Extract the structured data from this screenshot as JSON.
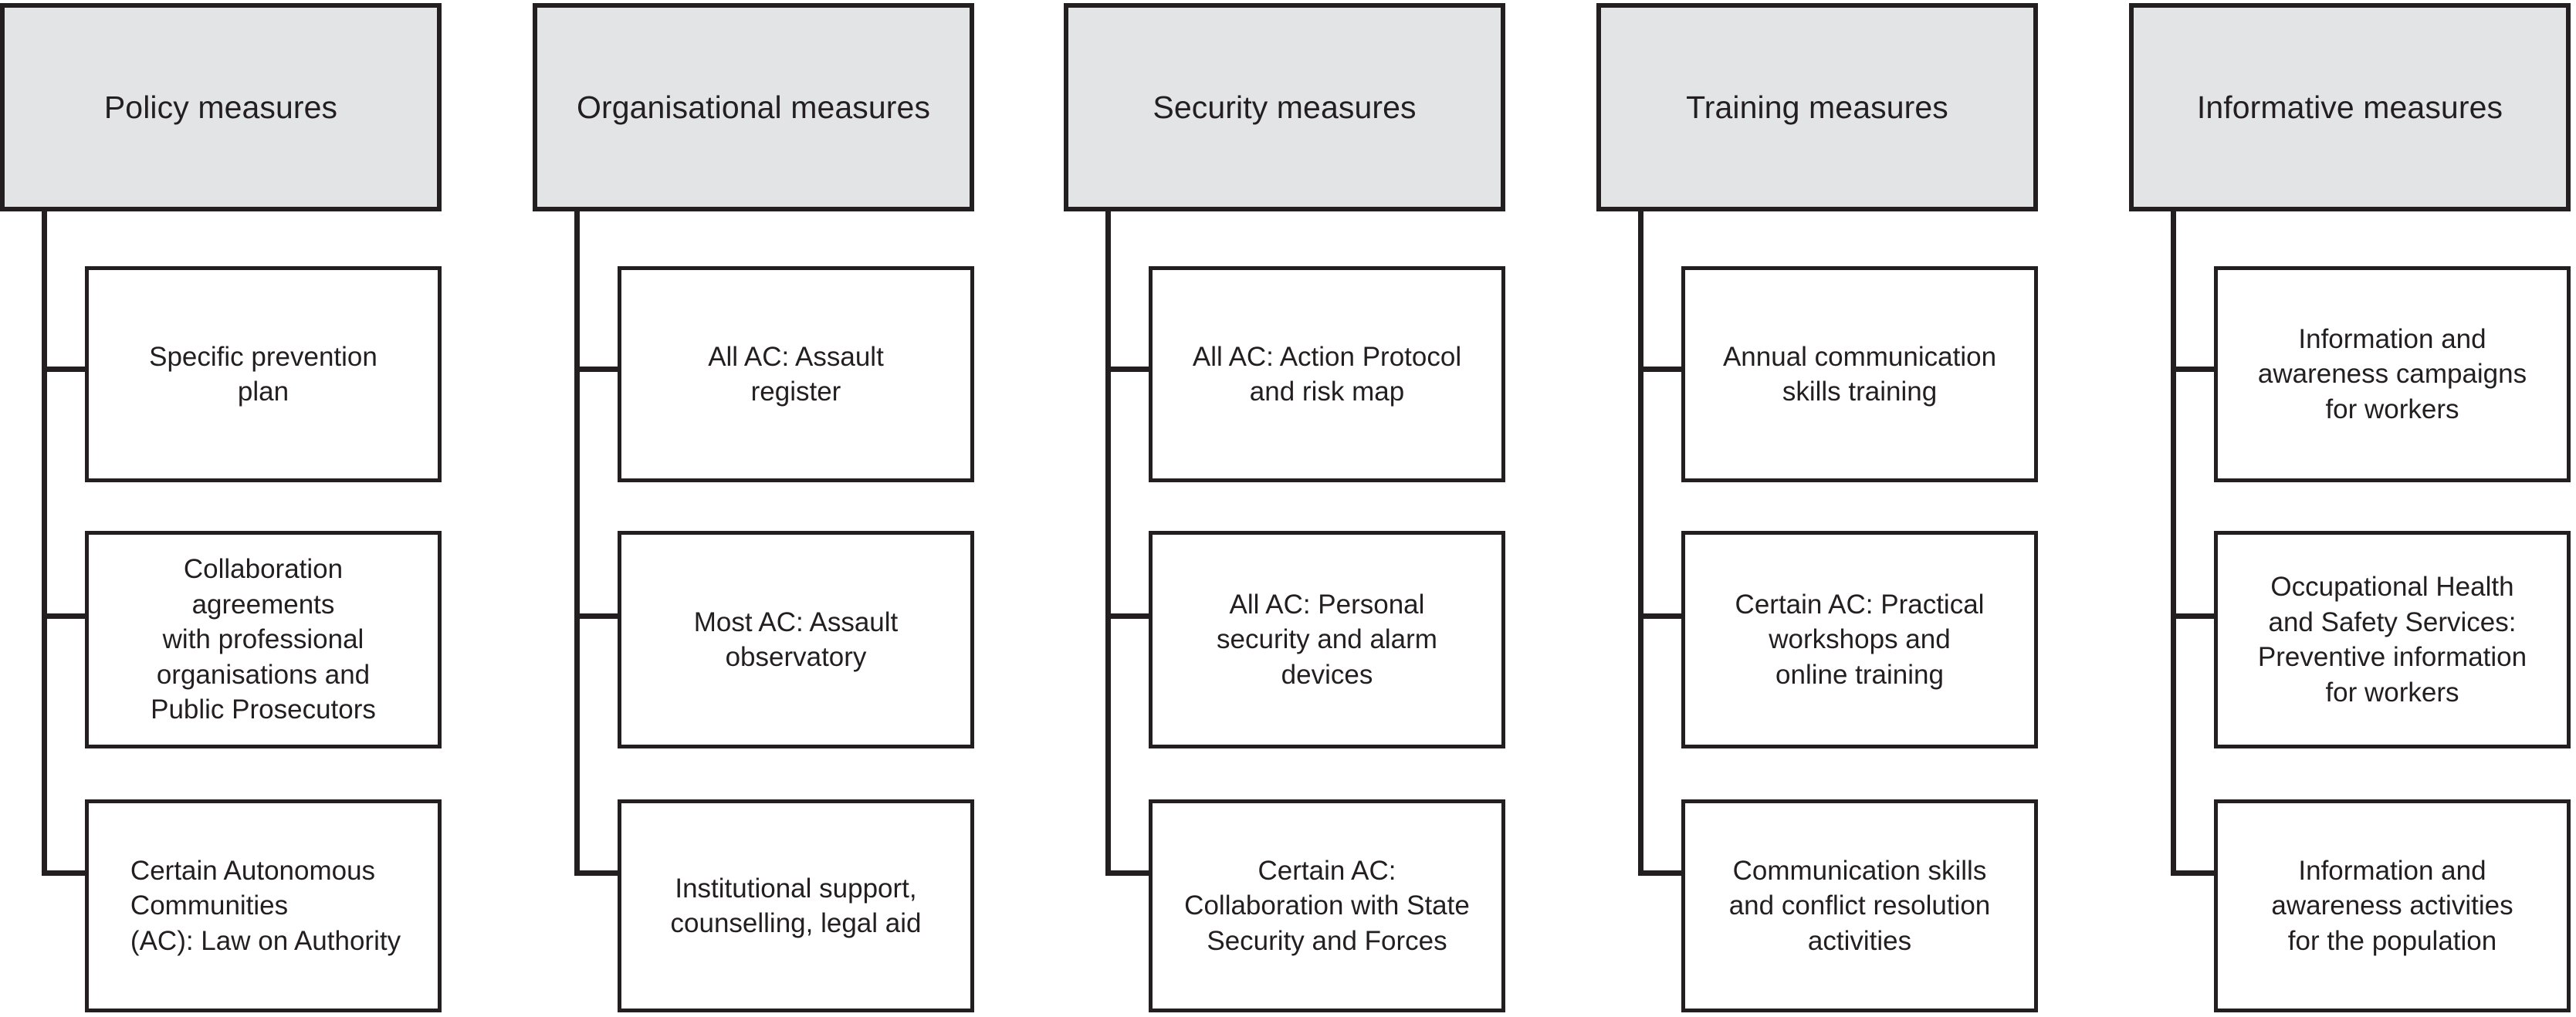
{
  "diagram": {
    "type": "hierarchy-tree",
    "orientation": "five-parallel-trees",
    "colors": {
      "header_fill": "#e2e4e5",
      "box_fill": "#ffffff",
      "stroke": "#231f20",
      "text": "#231f20",
      "background": "#ffffff"
    },
    "columns": [
      {
        "id": "policy",
        "header": "Policy measures",
        "children": [
          {
            "id": "policy-1",
            "text": "Specific prevention\nplan",
            "align": "center"
          },
          {
            "id": "policy-2",
            "text": "Collaboration\nagreements\nwith professional\norganisations and\nPublic Prosecutors",
            "align": "center"
          },
          {
            "id": "policy-3",
            "text": "Certain Autonomous\nCommunities\n(AC): Law on Authority",
            "align": "left"
          }
        ]
      },
      {
        "id": "organisational",
        "header": "Organisational measures",
        "children": [
          {
            "id": "organisational-1",
            "text": "All AC: Assault\nregister",
            "align": "center"
          },
          {
            "id": "organisational-2",
            "text": "Most AC: Assault\nobservatory",
            "align": "center"
          },
          {
            "id": "organisational-3",
            "text": "Institutional support,\ncounselling, legal aid",
            "align": "center"
          }
        ]
      },
      {
        "id": "security",
        "header": "Security measures",
        "children": [
          {
            "id": "security-1",
            "text": "All AC: Action Protocol\nand risk map",
            "align": "center"
          },
          {
            "id": "security-2",
            "text": "All AC: Personal\nsecurity and alarm\ndevices",
            "align": "center"
          },
          {
            "id": "security-3",
            "text": "Certain AC:\nCollaboration with State\nSecurity and Forces",
            "align": "center"
          }
        ]
      },
      {
        "id": "training",
        "header": "Training measures",
        "children": [
          {
            "id": "training-1",
            "text": "Annual communication\nskills training",
            "align": "center"
          },
          {
            "id": "training-2",
            "text": "Certain AC: Practical\nworkshops and\nonline training",
            "align": "center"
          },
          {
            "id": "training-3",
            "text": "Communication skills\nand conflict resolution\nactivities",
            "align": "center"
          }
        ]
      },
      {
        "id": "informative",
        "header": "Informative measures",
        "children": [
          {
            "id": "informative-1",
            "text": "Information and\nawareness campaigns\nfor workers",
            "align": "center"
          },
          {
            "id": "informative-2",
            "text": "Occupational Health\nand Safety Services:\nPreventive information\nfor workers",
            "align": "center"
          },
          {
            "id": "informative-3",
            "text": "Information and\nawareness activities\nfor the population",
            "align": "center"
          }
        ]
      }
    ]
  }
}
